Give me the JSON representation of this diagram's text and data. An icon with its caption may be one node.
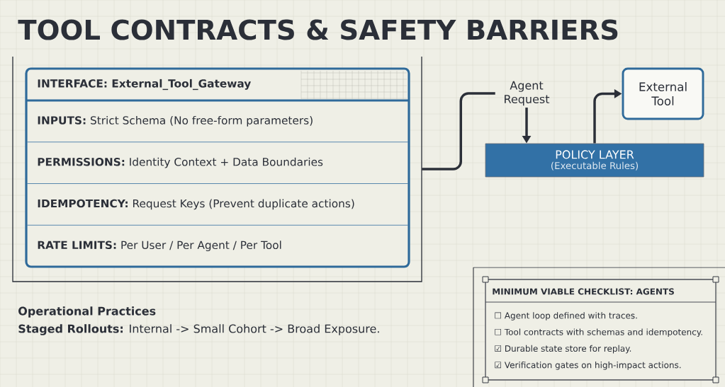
{
  "diagram": {
    "title": "TOOL CONTRACTS & SAFETY BARRIERS",
    "nodes": [
      {
        "text": [],
        "shape": "box"
      },
      {
        "text": [
          "INTERFACE: External_Tool_Gateway",
          "**INPUTS:** Strict Schema (No free-form parameters)",
          "**PERMISSIONS:** Identity Context + Data Boundaries",
          "**IDEMPOTENCY:** Request Keys (Prevent duplicate actions)",
          "**RATE LIMITS:** Per User / Per Agent / Per Tool"
        ],
        "in": 0
      },
      {
        "text": [
          "Agent Request"
        ]
      },
      {
        "text": [
          "POLICY LAYER",
          "(Executable Rules)"
        ]
      },
      {
        "text": [
          "External Tool"
        ]
      },
      {
        "text": [
          "MINIMUM VIABLE CHECKLIST: AGENTS",
          "☐ Agent loop defined with traces.",
          "☐ Tool contracts with schemas and idempotency.",
          "☑ Durable state store for replay.",
          "☑ Verification gates on high-impact actions."
        ]
      }
    ],
    "edges": [
      {
        "from": 0,
        "to": 2,
        "arrow": "none"
      },
      {
        "from": 2,
        "to": 3,
        "arrow": "to"
      },
      {
        "from": 3,
        "to": 4,
        "arrow": "to"
      }
    ],
    "labels": [
      "Operational Practices",
      "**Staged Rollouts:** Internal -> Small Cohort -> Broad Exposure."
    ]
  }
}
